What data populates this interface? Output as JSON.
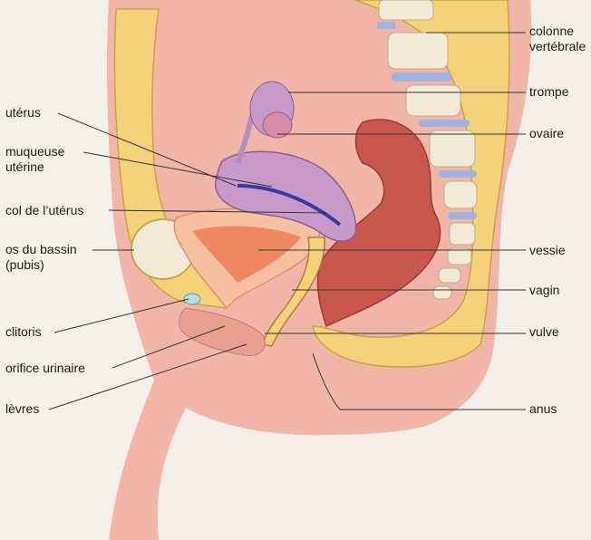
{
  "labels_left": [
    {
      "id": "uterus",
      "text": "utérus"
    },
    {
      "id": "muqueuse",
      "text": "muqueuse\nutérine"
    },
    {
      "id": "col",
      "text": "col de l’utérus"
    },
    {
      "id": "os-bassin",
      "text": "os du bassin\n(pubis)"
    },
    {
      "id": "clitoris",
      "text": "clitoris"
    },
    {
      "id": "orifice",
      "text": "orifice urinaire"
    },
    {
      "id": "levres",
      "text": "lèvres"
    }
  ],
  "labels_right": [
    {
      "id": "colonne",
      "text": "colonne\nvertébrale"
    },
    {
      "id": "trompe",
      "text": "trompe"
    },
    {
      "id": "ovaire",
      "text": "ovaire"
    },
    {
      "id": "vessie",
      "text": "vessie"
    },
    {
      "id": "vagin",
      "text": "vagin"
    },
    {
      "id": "vulve",
      "text": "vulve"
    },
    {
      "id": "anus",
      "text": "anus"
    }
  ],
  "colors": {
    "skin": "#f2b6a8",
    "skin_dark": "#e9a090",
    "bone": "#f4d27a",
    "vertebra": "#f1ead6",
    "disc": "#9fb3e0",
    "uterus": "#c79ac9",
    "rectum": "#c8584e",
    "bladder": "#ef8860",
    "leader": "#333333"
  }
}
